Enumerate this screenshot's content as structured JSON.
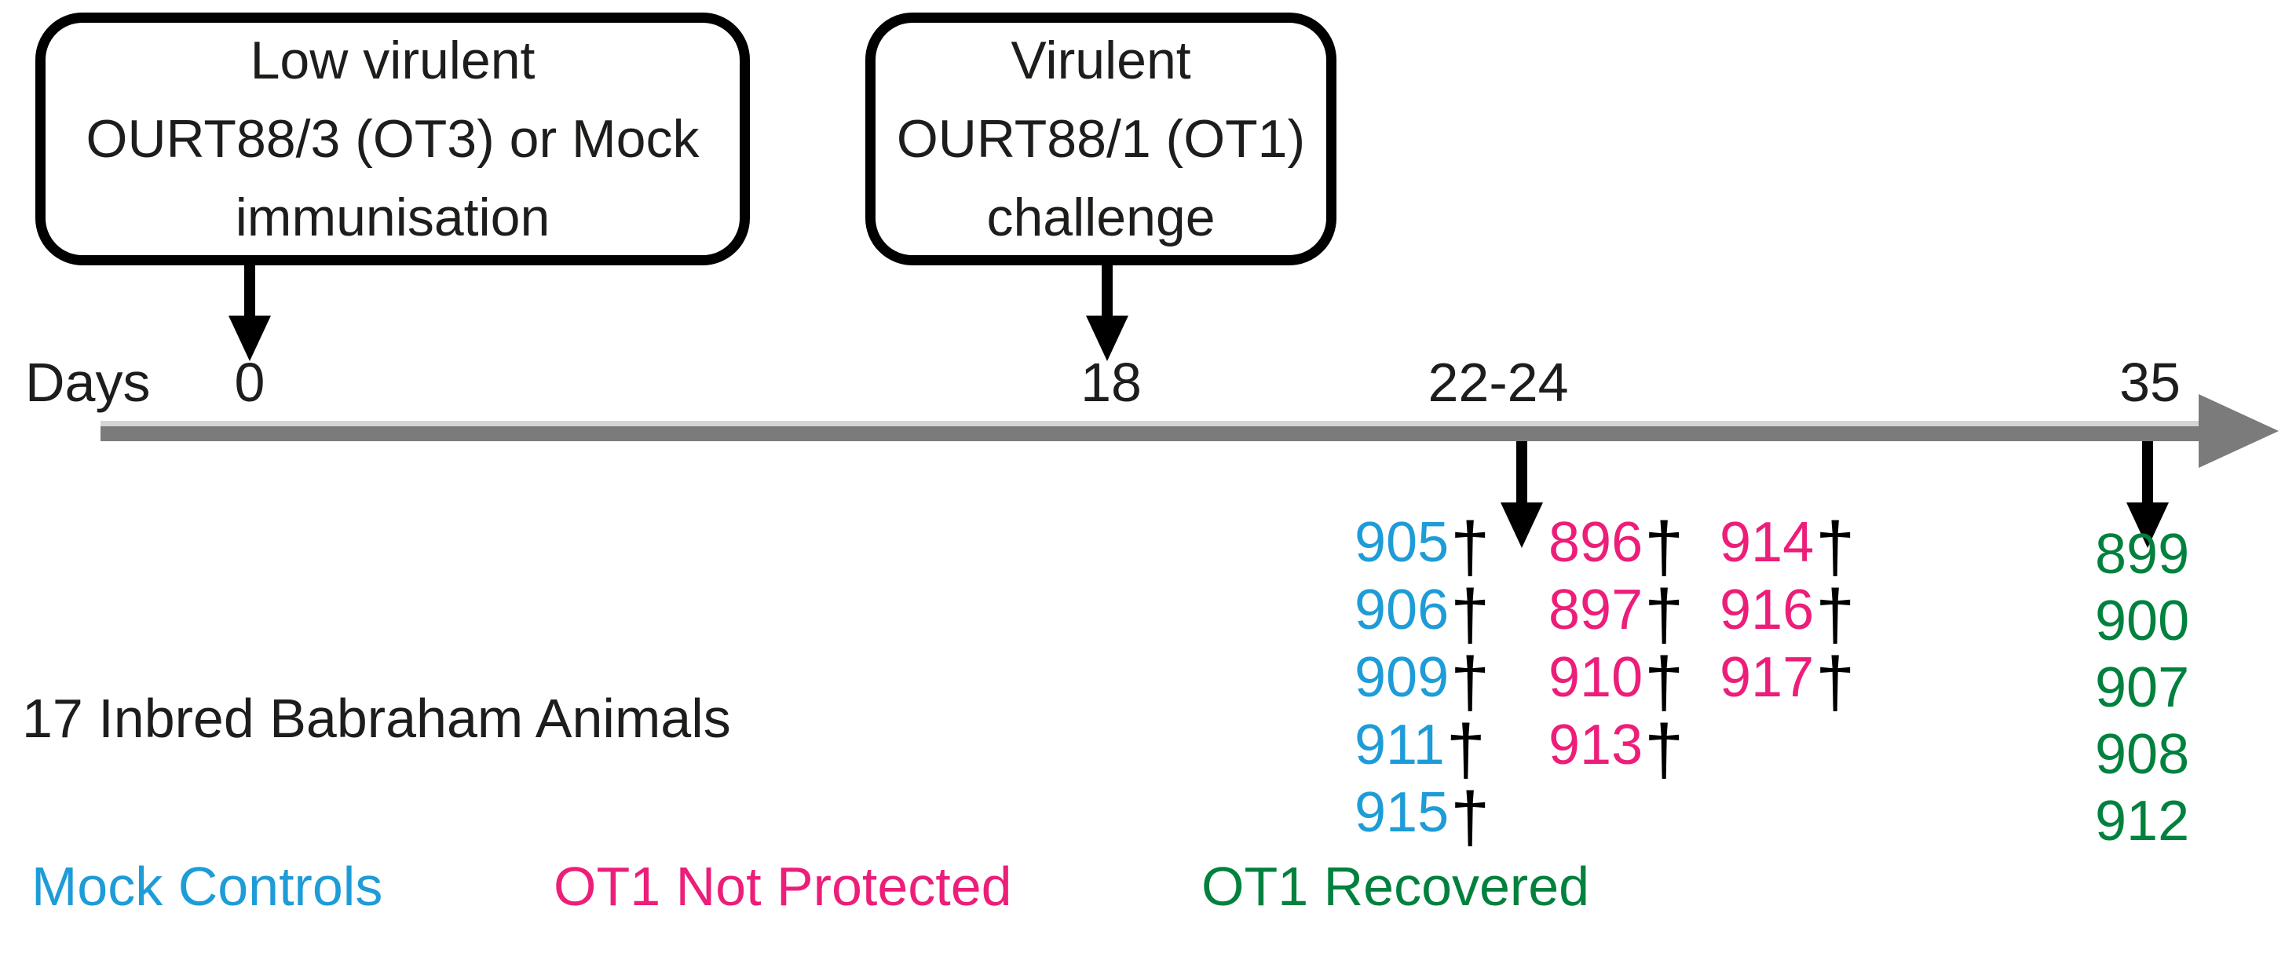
{
  "colors": {
    "mock_blue": "#1E9CD7",
    "not_protected_pink": "#EC1E79",
    "recovered_green": "#00813E",
    "timeline_gray": "#7B7B7B",
    "text_black": "#1D1D1B"
  },
  "boxes": {
    "immunisation": {
      "line1": "Low virulent",
      "line2": "OURT88/3 (OT3) or Mock",
      "line3": "immunisation"
    },
    "challenge": {
      "line1": "Virulent",
      "line2": "OURT88/1 (OT1)",
      "line3": "challenge"
    }
  },
  "timeline": {
    "axis_label": "Days",
    "ticks": [
      "0",
      "18",
      "22-24",
      "35"
    ]
  },
  "cohort_label": "17 Inbred Babraham Animals",
  "symbols": {
    "dagger": "†"
  },
  "groups": {
    "mock": {
      "legend_label": "Mock Controls",
      "animals": [
        "905",
        "906",
        "909",
        "911",
        "915"
      ]
    },
    "not_protected": {
      "legend_label": "OT1 Not Protected",
      "column1": [
        "896",
        "897",
        "910",
        "913"
      ],
      "column2": [
        "914",
        "916",
        "917"
      ]
    },
    "recovered": {
      "legend_label": "OT1 Recovered",
      "animals": [
        "899",
        "900",
        "907",
        "908",
        "912"
      ]
    }
  }
}
